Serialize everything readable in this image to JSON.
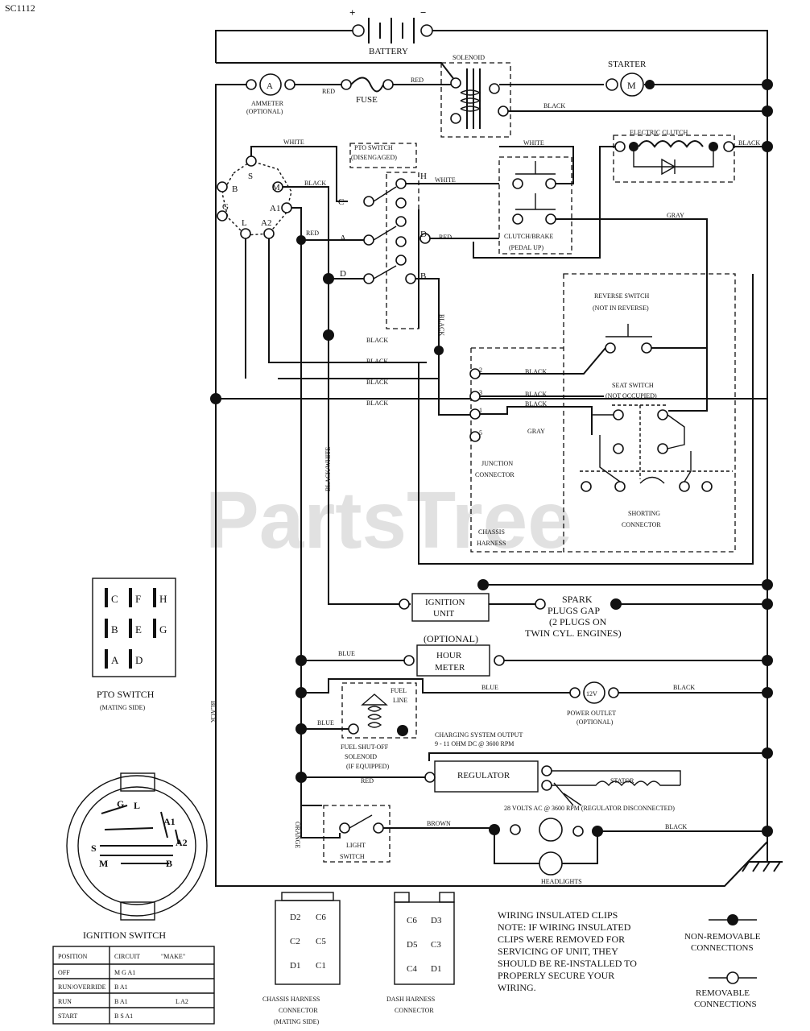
{
  "sheet_code": "SC1112",
  "watermark": "PartsTree",
  "components": {
    "battery": "BATTERY",
    "battery_plus": "+",
    "battery_minus": "−",
    "solenoid": "SOLENOID",
    "starter": "STARTER",
    "starter_symbol": "M",
    "ammeter": "AMMETER",
    "ammeter_optional": "(OPTIONAL)",
    "ammeter_symbol": "A",
    "fuse": "FUSE",
    "electric_clutch": "ELECTRIC CLUTCH",
    "pto_switch_title": "PTO SWITCH",
    "pto_switch_state": "(DISENGAGED)",
    "clutch_brake_title": "CLUTCH/BRAKE",
    "clutch_brake_state": "(PEDAL UP)",
    "reverse_switch_title": "REVERSE SWITCH",
    "reverse_switch_state": "(NOT IN REVERSE)",
    "seat_switch_title": "SEAT SWITCH",
    "seat_switch_state": "(NOT OCCUPIED)",
    "junction_connector": [
      "JUNCTION",
      "CONNECTOR"
    ],
    "chassis_harness": [
      "CHASSIS",
      "HARNESS"
    ],
    "shorting_connector": [
      "SHORTING",
      "CONNECTOR"
    ],
    "ignition_unit": [
      "IGNITION",
      "UNIT"
    ],
    "spark": [
      "SPARK",
      "PLUGS GAP",
      "(2 PLUGS ON",
      "TWIN CYL. ENGINES)"
    ],
    "hour_meter_optional": "(OPTIONAL)",
    "hour_meter": [
      "HOUR",
      "METER"
    ],
    "power_outlet": [
      "POWER OUTLET",
      "(OPTIONAL)"
    ],
    "power_outlet_symbol": "12V",
    "fuel_line": [
      "FUEL",
      "LINE"
    ],
    "fuel_solenoid": [
      "FUEL SHUT-OFF",
      "SOLENOID",
      "(IF EQUIPPED)"
    ],
    "charging_output": [
      "CHARGING SYSTEM OUTPUT",
      "9 - 11 OHM DC @ 3600 RPM"
    ],
    "regulator": "REGULATOR",
    "stator": "STATOR",
    "ac_note": "28 VOLTS AC @ 3600 RPM (REGULATOR DISCONNECTED)",
    "light_switch": [
      "LIGHT",
      "SWITCH"
    ],
    "headlights": "HEADLIGHTS"
  },
  "wire_colors": {
    "red": "RED",
    "black": "BLACK",
    "white": "WHITE",
    "gray": "GRAY",
    "blue": "BLUE",
    "orange": "ORANGE",
    "brown": "BROWN",
    "black_white": "BLACK/WHITE"
  },
  "pto_terminals": {
    "c": "C",
    "h": "H",
    "a": "A",
    "d": "D",
    "b": "B"
  },
  "junction_pins": [
    "2",
    "3",
    "1",
    "5"
  ],
  "ignition_terminals": {
    "s": "S",
    "b": "B",
    "m": "M",
    "a1": "A1",
    "a2": "A2",
    "l": "L",
    "g": "G"
  },
  "pto_mating": {
    "title": "PTO SWITCH",
    "subtitle": "(MATING SIDE)",
    "grid": [
      [
        "C",
        "F",
        "H"
      ],
      [
        "B",
        "E",
        "G"
      ],
      [
        "A",
        "D",
        ""
      ]
    ]
  },
  "ignition_switch": {
    "title": "IGNITION SWITCH",
    "letters": {
      "g": "G",
      "l": "L",
      "a1": "A1",
      "a2": "A2",
      "s": "S",
      "m": "M",
      "b": "B"
    },
    "table_headers": [
      "POSITION",
      "CIRCUIT",
      "\"MAKE\""
    ],
    "table_rows": [
      [
        "OFF",
        "M G A1",
        ""
      ],
      [
        "RUN/OVERRIDE",
        "B A1",
        ""
      ],
      [
        "RUN",
        "B A1",
        "L A2"
      ],
      [
        "START",
        "B S A1",
        ""
      ]
    ]
  },
  "chassis_connector": {
    "title": [
      "CHASSIS HARNESS",
      "CONNECTOR",
      "(MATING SIDE)"
    ],
    "pins": [
      [
        "D2",
        "C6"
      ],
      [
        "C2",
        "C5"
      ],
      [
        "D1",
        "C1"
      ]
    ]
  },
  "dash_connector": {
    "title": [
      "DASH HARNESS",
      "CONNECTOR"
    ],
    "pins": [
      [
        "C6",
        "D3"
      ],
      [
        "D5",
        "C3"
      ],
      [
        "C4",
        "D1"
      ]
    ]
  },
  "note": [
    "WIRING INSULATED CLIPS",
    "NOTE: IF WIRING INSULATED",
    "CLIPS WERE REMOVED FOR",
    "SERVICING OF UNIT, THEY",
    "SHOULD BE RE-INSTALLED TO",
    "PROPERLY SECURE YOUR",
    "WIRING."
  ],
  "legend": {
    "non_removable": [
      "NON-REMOVABLE",
      "CONNECTIONS"
    ],
    "removable": [
      "REMOVABLE",
      "CONNECTIONS"
    ]
  }
}
